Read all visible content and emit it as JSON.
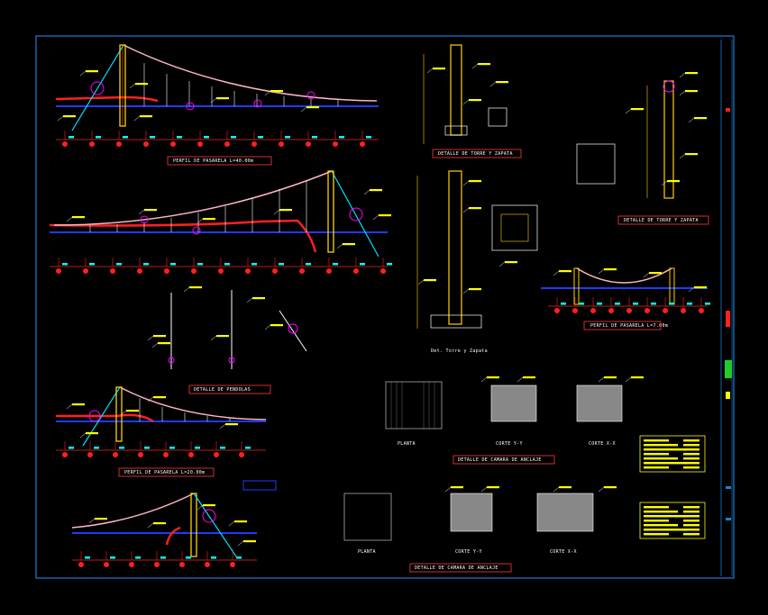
{
  "colors": {
    "background": "#000000",
    "frame": "#1a7fd6",
    "cable": "#ffb6c1",
    "deck": "#1f3bff",
    "tower": "#ffd200",
    "hanger": "#ffffff",
    "tag": "#ffff00",
    "marker": "#ff2020",
    "accent": "#00ffff",
    "circle": "#ff00ff"
  },
  "captions": {
    "span_40": "PERFIL DE PASARELA L=40.00m",
    "span_20": "PERFIL DE PASARELA L=20.00m",
    "tower_footing": "DETALLE DE TORRE Y ZAPATA",
    "tower_truss": "DETALLE DE TORRE Y ZAPATA",
    "hanger_detail": "DETALLE DE PENDOLAS",
    "tower_section": "Det. Torre y Zapata",
    "profile_7": "PERFIL DE PASARELA L=7.00m",
    "plan_a": "PLANTA",
    "section_yy_a": "CORTE Y-Y",
    "section_xx_a": "CORTE X-X",
    "anchor_a": "DETALLE DE CAMARA DE ANCLAJE",
    "plan_b": "PLANTA",
    "section_yy_b": "CORTE Y-Y",
    "section_xx_b": "CORTE X-X",
    "anchor_b": "DETALLE DE CAMARA DE ANCLAJE"
  },
  "icons": [
    "circle-marker-icon",
    "grid-marker-icon",
    "anchor-block-icon"
  ]
}
